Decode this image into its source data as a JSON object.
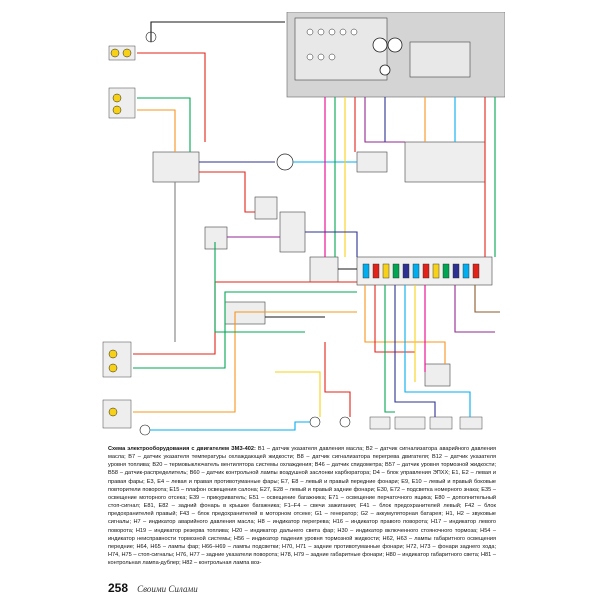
{
  "caption": {
    "title": "Схема электрооборудования с двигателем ЗМЗ-402:",
    "body": "В1 – датчик указателя давления масла; В2 – датчик сигнализатора аварийного давления масла; В7 – датчик указателя температуры охлаждающей жидкости; В8 – датчик сигнализатора перегрева двигателя; В12 – датчик указателя уровня топлива; В20 – термовыключатель вентилятора системы охлаждения; В46 – датчик спидометра; В57 – датчик уровня тормозной жидкости; В58 – датчик-распределитель; В60 – датчик контрольной лампы воздушной заслонки карбюратора; D4 – блок управления ЭПХХ; Е1, Е2 – левая и правая фары; Е3, Е4 – левая и правая противотуманные фары; Е7, Е8 – левый и правый передние фонари; Е9, Е10 – левый и правый боковые повторители поворота; Е15 – плафон освещения салона; Е27, Е28 – левый и правый задние фонари; Е30, Е72 – подсветка номерного знака; Е35 – освещение моторного отсека; Е39 – прикуриватель; Е51 – освещение багажника; Е71 – освещение перчаточного ящика; Е80 – дополнительный стоп-сигнал; Е81, Е82 – задний фонарь в крышке багажника; F1–F4 – свечи зажигания; F41 – блок предохранителей левый; F42 – блок предохранителей правый; F43 – блок предохранителей в моторном отсеке; G1 – генератор; G2 – аккумуляторная батарея; Н1, Н2 – звуковые сигналы; Н7 – индикатор аварийного давления масла; Н8 – индикатор перегрева; Н16 – индикатор правого поворота; Н17 – индикатор левого поворота; Н19 – индикатор резерва топлива; Н20 – индикатор дальнего света фар; Н30 – индикатор включенного стояночного тормоза; Н54 – индикатор неисправности тормозной системы; Н56 – индикатор падения уровня тормозной жидкости; Н62, Н63 – лампы габаритного освещения передние; Н64, Н65 – лампы фар; Н66–Н69 – лампы подсветки; Н70, Н71 – задние противотуманные фонари; Н72, Н73 – фонари заднего хода; Н74, Н75 – стоп-сигналы; Н76, Н77 – задние указатели поворота; Н78, Н79 – задние габаритные фонари; Н80 – индикатор габаритного света; Н81 – контрольная лампа-дублер; Н82 – контрольная лампа воз-"
  },
  "footer": {
    "page_number": "258",
    "logo_text": "Своими Силами"
  },
  "diagram": {
    "colors": {
      "red": "#e2231a",
      "green": "#00a651",
      "blue": "#2e3192",
      "lightblue": "#00aeef",
      "yellow": "#f7d117",
      "orange": "#f7941d",
      "pink": "#ec008c",
      "brown": "#8b5a2b",
      "violet": "#92278f",
      "black": "#1a1a1a",
      "gray": "#808080",
      "panel": "#d4d4d4",
      "lamp": "#f7d117"
    }
  }
}
